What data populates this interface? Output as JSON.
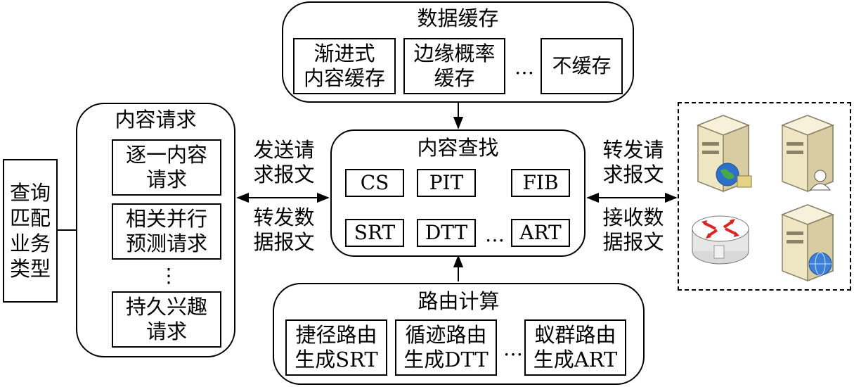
{
  "query": {
    "label": "查询\n匹配\n业务\n类型"
  },
  "content_request": {
    "title": "内容请求",
    "items": [
      "逐一内容\n请求",
      "相关并行\n预测请求",
      "持久兴趣\n请求"
    ],
    "ellipsis": "⋮"
  },
  "data_cache": {
    "title": "数据缓存",
    "items": [
      "渐进式\n内容缓存",
      "边缘概率\n缓存",
      "不缓存"
    ],
    "ellipsis": "…"
  },
  "content_lookup": {
    "title": "内容查找",
    "top_row": [
      "CS",
      "PIT",
      "FIB"
    ],
    "bottom_row": [
      "SRT",
      "DTT",
      "ART"
    ],
    "ellipsis": "…"
  },
  "routing": {
    "title": "路由计算",
    "items": [
      "捷径路由\n生成SRT",
      "循迹路由\n生成DTT",
      "蚁群路由\n生成ART"
    ],
    "ellipsis": "…"
  },
  "left_arrows": {
    "upper": "发送请\n求报文",
    "lower": "转发数\n据报文"
  },
  "right_arrows": {
    "upper": "转发请\n求报文",
    "lower": "接收数\n据报文"
  },
  "devices": {
    "icons": [
      "server-globe-icon",
      "server-user-icon",
      "router-icon",
      "server-network-icon"
    ]
  }
}
